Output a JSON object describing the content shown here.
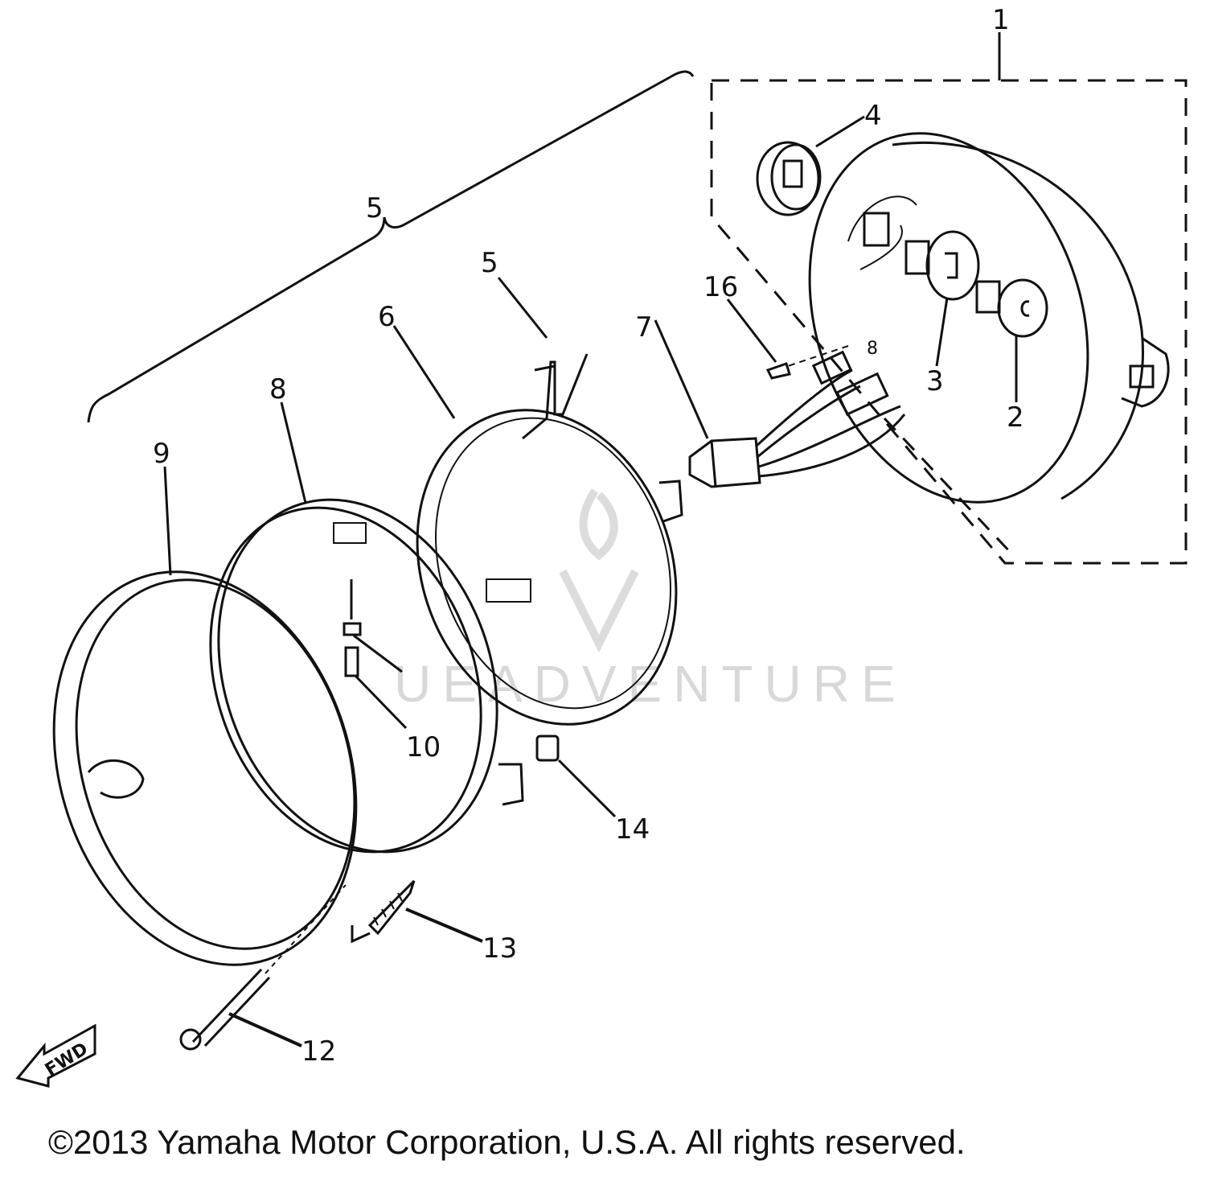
{
  "diagram": {
    "callouts": {
      "c1": "1",
      "c2": "2",
      "c3": "3",
      "c4": "4",
      "c5_bracket": "5",
      "c5_spring": "5",
      "c6": "6",
      "c7": "7",
      "c8": "8",
      "c8_small": "8",
      "c9": "9",
      "c10": "10",
      "c12": "12",
      "c13": "13",
      "c14": "14",
      "c16": "16"
    },
    "fwd_label": "FWD",
    "watermark": "UEADVENTURE",
    "copyright": "©2013 Yamaha Motor Corporation, U.S.A. All rights reserved."
  }
}
